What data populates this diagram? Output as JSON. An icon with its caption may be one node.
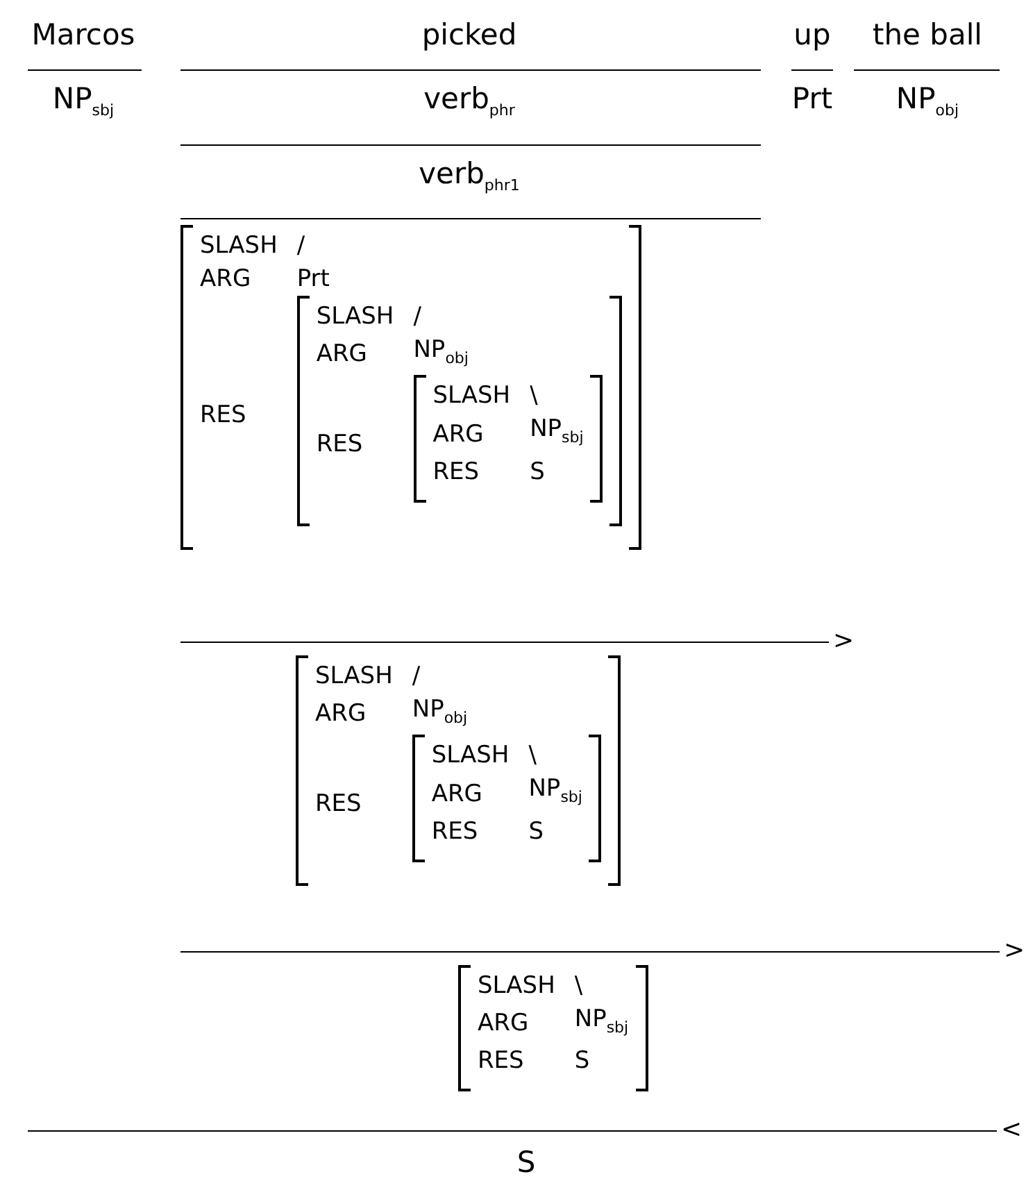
{
  "diagram": {
    "labels": [
      "Marcos",
      "picked",
      "up",
      "the ball",
      "NP$_{sbj}$",
      "verb$_{phr}$",
      "Prt",
      "NP$_{obj}$",
      "verb$_{phr1}$",
      "SLASH",
      "/",
      "ARG",
      "Prt",
      "RES",
      "SLASH",
      "/",
      "ARG",
      "NP$_{obj}$",
      "RES",
      "SLASH",
      "\\",
      "ARG",
      "NP$_{sbj}$",
      "RES",
      "S",
      ">",
      "SLASH",
      "/",
      "ARG",
      "NP$_{obj}$",
      "RES",
      "SLASH",
      "\\",
      "ARG",
      "NP$_{sbj}$",
      "RES",
      "S",
      ">",
      "SLASH",
      "\\",
      "ARG",
      "NP$_{sbj}$",
      "RES",
      "S",
      "<",
      "S"
    ]
  }
}
